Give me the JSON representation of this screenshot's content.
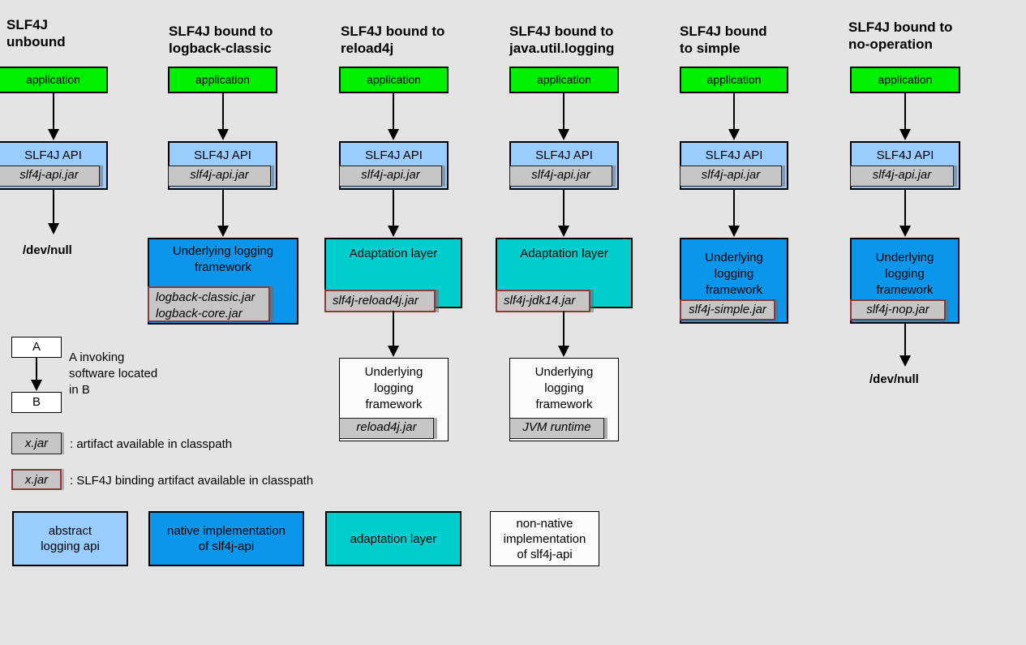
{
  "columns": [
    {
      "title_lines": [
        "SLF4J",
        "unbound"
      ],
      "app": "application",
      "api": "SLF4J API",
      "api_jar": "slf4j-api.jar",
      "sink": "/dev/null"
    },
    {
      "title_lines": [
        "SLF4J bound to",
        "logback-classic"
      ],
      "app": "application",
      "api": "SLF4J API",
      "api_jar": "slf4j-api.jar",
      "framework_lines": [
        "Underlying logging",
        "framework"
      ],
      "framework_jars": [
        "logback-classic.jar",
        "logback-core.jar"
      ]
    },
    {
      "title_lines": [
        "SLF4J bound to",
        "reload4j"
      ],
      "app": "application",
      "api": "SLF4J API",
      "api_jar": "slf4j-api.jar",
      "adaptation": "Adaptation layer",
      "adaptation_jar": "slf4j-reload4j.jar",
      "framework_lines": [
        "Underlying",
        "logging",
        "framework"
      ],
      "framework_jar": "reload4j.jar"
    },
    {
      "title_lines": [
        "SLF4J bound to",
        "java.util.logging"
      ],
      "app": "application",
      "api": "SLF4J API",
      "api_jar": "slf4j-api.jar",
      "adaptation": "Adaptation layer",
      "adaptation_jar": "slf4j-jdk14.jar",
      "framework_lines": [
        "Underlying",
        "logging",
        "framework"
      ],
      "framework_jar": "JVM runtime"
    },
    {
      "title_lines": [
        "SLF4J bound",
        "to simple"
      ],
      "app": "application",
      "api": "SLF4J API",
      "api_jar": "slf4j-api.jar",
      "framework_lines": [
        "Underlying",
        "logging",
        "framework"
      ],
      "framework_jar": "slf4j-simple.jar"
    },
    {
      "title_lines": [
        "SLF4J bound to",
        "no-operation"
      ],
      "app": "application",
      "api": "SLF4J API",
      "api_jar": "slf4j-api.jar",
      "framework_lines": [
        "Underlying",
        "logging",
        "framework"
      ],
      "framework_jar": "slf4j-nop.jar",
      "sink": "/dev/null"
    }
  ],
  "legend": {
    "invoking": {
      "a": "A",
      "b": "B",
      "desc_lines": [
        "A invoking",
        "software located",
        "in B"
      ]
    },
    "artifact": {
      "box": "x.jar",
      "text": ": artifact available in classpath"
    },
    "binding_artifact": {
      "box": "x.jar",
      "text": ": SLF4J binding artifact available in classpath"
    },
    "swatches": [
      {
        "lines": [
          "abstract",
          "logging api"
        ]
      },
      {
        "lines": [
          "native implementation",
          "of slf4j-api"
        ]
      },
      {
        "lines": [
          "adaptation layer"
        ]
      },
      {
        "lines": [
          "non-native",
          "implementation",
          "of slf4j-api"
        ]
      }
    ]
  },
  "colors": {
    "background": "#e4e4e4",
    "application_green": "#00f000",
    "api_light_blue": "#99ccff",
    "native_impl_blue": "#0a96eb",
    "adaptation_cyan": "#00cdcd",
    "jar_gray": "#c6c6c6",
    "binding_border_maroon": "#8b3a3a",
    "plain_box_white": "#fafafa"
  }
}
